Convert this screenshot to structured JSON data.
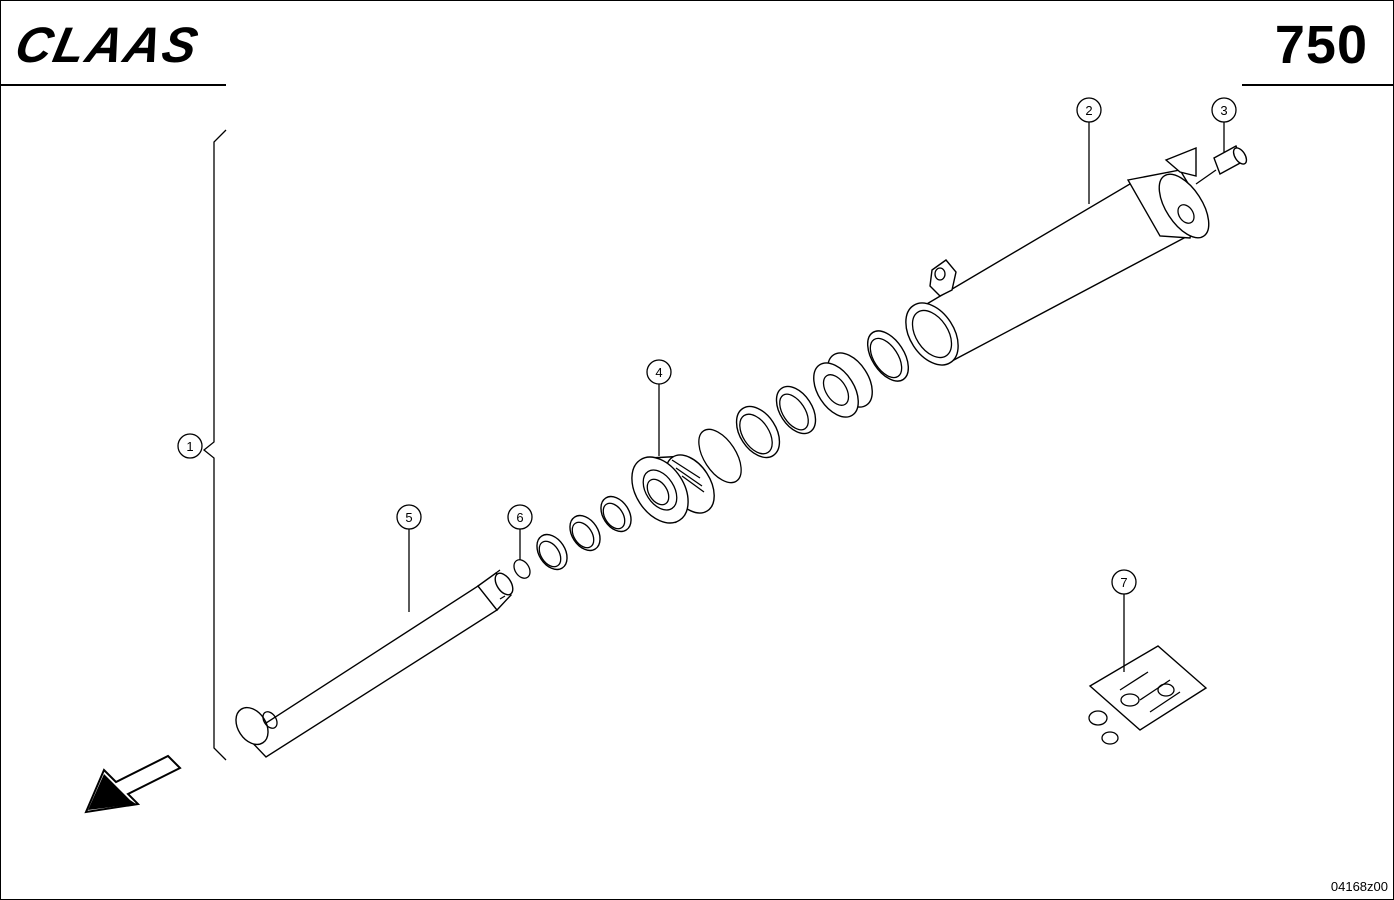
{
  "header": {
    "brand": "CLAAS",
    "page_number": "750"
  },
  "footer": {
    "drawing_code": "04168z00"
  },
  "callouts": [
    {
      "id": "callout-1",
      "label": "1"
    },
    {
      "id": "callout-2",
      "label": "2"
    },
    {
      "id": "callout-3",
      "label": "3"
    },
    {
      "id": "callout-4",
      "label": "4"
    },
    {
      "id": "callout-5",
      "label": "5"
    },
    {
      "id": "callout-6",
      "label": "6"
    },
    {
      "id": "callout-7",
      "label": "7"
    }
  ],
  "icons": {
    "direction_arrow": "arrow-down-left-icon",
    "logo": "claas-logo-icon"
  }
}
